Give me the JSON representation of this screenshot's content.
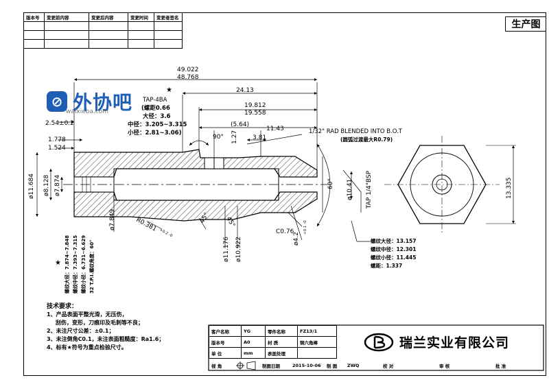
{
  "revision_table": {
    "headers": [
      "版本号",
      "变更前内容",
      "变更后内容",
      "变更时间",
      "变更者签名"
    ]
  },
  "stamp": "生产图",
  "watermark": {
    "name": "外协吧",
    "url": "waixieba.com"
  },
  "dimensions": {
    "overall_length_max": "49.022",
    "overall_length_min": "48.768",
    "len_24_13": "24.13",
    "len_19_812": "19.812",
    "len_19_558": "19.558",
    "len_5_64": "(5.64)",
    "len_11_43": "11.43",
    "len_3_81": "3.81",
    "len_1_27": "1.27",
    "angle_90": "90°",
    "len_2_54": "2.54±0.2",
    "len_1_778": "1.778",
    "len_1_524": "1.524",
    "dia_11_684": "ø11.684",
    "dia_8_128": "ø8.128",
    "dia_7_874": "ø7.874",
    "dia_7_849": "ø7.849",
    "radius_0_381": "R0.381",
    "radius_tol": "+0.2 -0",
    "angle_45a": "45°",
    "angle_45b": "45°",
    "dia_11_176": "ø11.176",
    "dia_10_922": "ø10.922",
    "chamfer": "C0.76",
    "dia_4_2": "ø4.2",
    "dia_4_2_tol": "+0.1 -0",
    "dia_10_41": "ø10.41",
    "angle_60": "60°",
    "tap_bsp": "TAP 1/4\"BSP",
    "width_13_335": "13.335"
  },
  "tap_note": {
    "title": "TAP-4BA",
    "lines": [
      "(螺距0.66",
      "大径：3.6",
      "中径：3.205~3.315",
      "小径：2.81~3.06)"
    ]
  },
  "rad_note": {
    "line1": "1/32\" RAD BLENDED INTO B.O.T",
    "line2": "(圆弧过渡最大R0.79)"
  },
  "thread_right": [
    "螺纹大径：13.157",
    "螺纹中径：12.301",
    "螺纹小径：11.445",
    "螺距：1.337"
  ],
  "thread_left": [
    "螺纹大径：7.874~7.848",
    "螺纹中径：7.393~7.315",
    "螺纹小径：6.731~6.629",
    "32 T.P.I.螺纹角度：60°"
  ],
  "star": "★",
  "notes": {
    "title": "技术要求：",
    "lines": [
      "1、产品表面平整光滑，无压伤，",
      "刮伤，变形，刀痕印及毛刺等不良；",
      "2、未注尺寸公差：±0.1；",
      "3、未注倒角C0.1，未注表面粗糙度：Ra1.6；",
      "4、标有★符号为重点检验尺寸。"
    ]
  },
  "title_block": {
    "row1": [
      "客户名称",
      "YG",
      "零件名称",
      "FZ13/1"
    ],
    "row2": [
      "版本号",
      "A0",
      "材 质",
      "铜六角棒"
    ],
    "row3": [
      "单 位",
      "mm",
      "表面处理",
      ""
    ],
    "row4": [
      "视 角",
      "",
      "制图日期",
      "2015-10-06",
      "制 图",
      "ZWQ",
      "校 对",
      "",
      "审 核",
      "",
      "批 准",
      ""
    ]
  },
  "company": "瑞兰实业有限公司"
}
